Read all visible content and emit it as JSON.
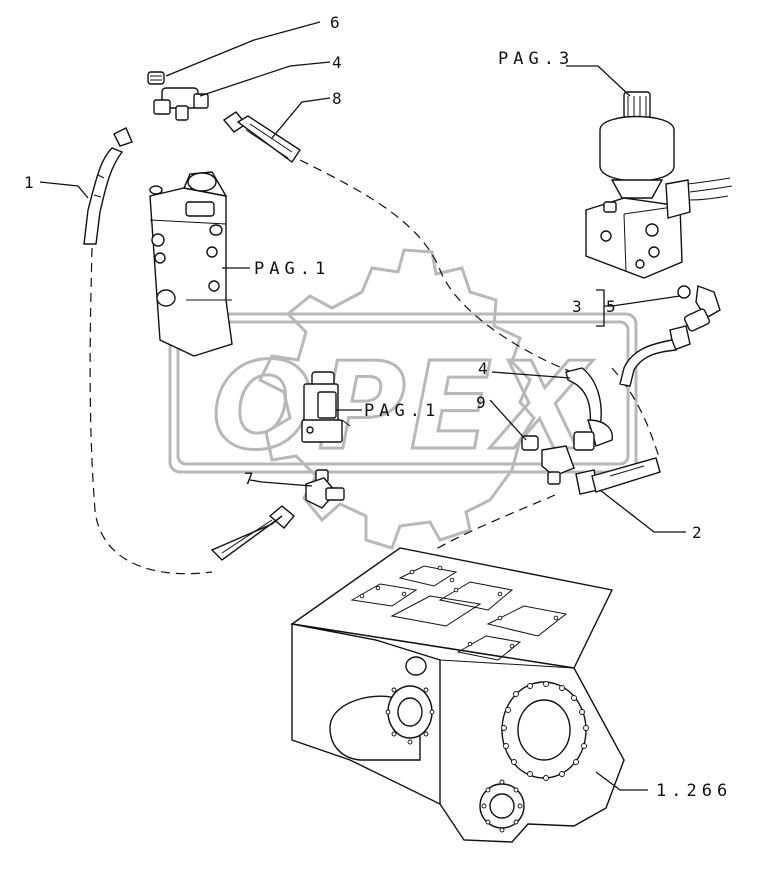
{
  "watermark": {
    "text": "OPEX"
  },
  "callouts": {
    "c1": "1",
    "c2": "2",
    "c3": "3",
    "c4_top": "4",
    "c4_mid": "4",
    "c5": "5",
    "c6": "6",
    "c7": "7",
    "c8": "8",
    "c9": "9"
  },
  "page_refs": {
    "pag3": "PAG.3",
    "pag1_valve": "PAG.1",
    "pag1_solenoid": "PAG.1",
    "ref_1266": "1.266"
  },
  "colors": {
    "line": "#111111",
    "watermark": "#b8b8b8",
    "background": "#ffffff"
  }
}
